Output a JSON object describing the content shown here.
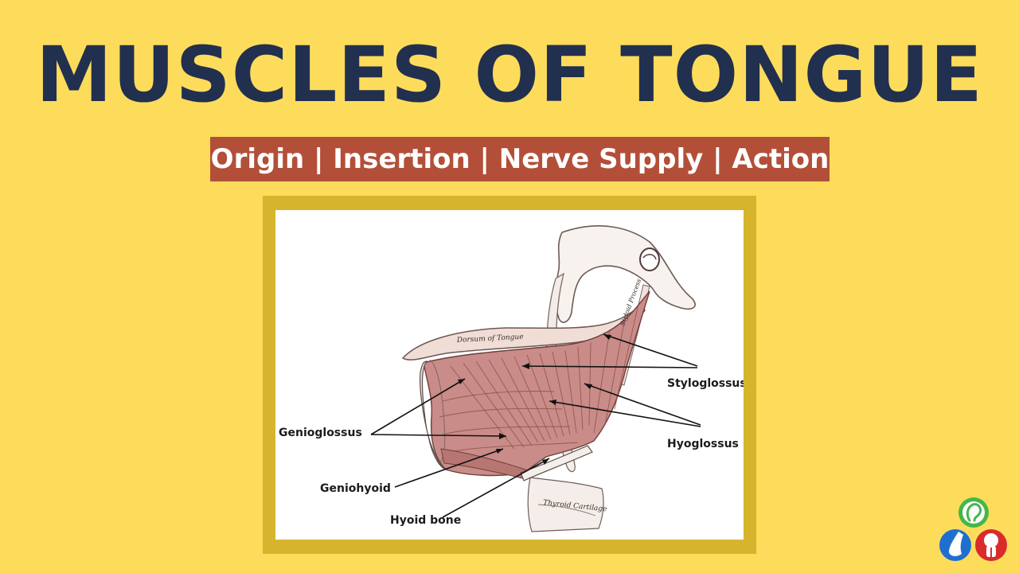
{
  "title": "MUSCLES OF TONGUE",
  "subtitle": "Origin | Insertion | Nerve Supply | Action",
  "diagram": {
    "labels": {
      "styloglossus": "Styloglossus",
      "genioglossus": "Genioglossus",
      "hyoglossus": "Hyoglossus",
      "geniohyoid": "Geniohyoid",
      "hyoid_bone": "Hyoid bone"
    },
    "engraved_labels": {
      "dorsum": "Dorsum of Tongue",
      "styloid": "Styloid Process",
      "thyroid": "Thyroid Cartilage"
    }
  },
  "colors": {
    "background": "#fddc5c",
    "title": "#22304f",
    "subtitle_bg": "#b34f38",
    "frame": "#d7b42d",
    "muscle": "#c98c88",
    "logo_green": "#45b649",
    "logo_blue": "#1f6fd0",
    "logo_red": "#d92b2b"
  },
  "logo": {
    "icons": [
      "ear-icon",
      "nose-icon",
      "throat-icon"
    ]
  }
}
